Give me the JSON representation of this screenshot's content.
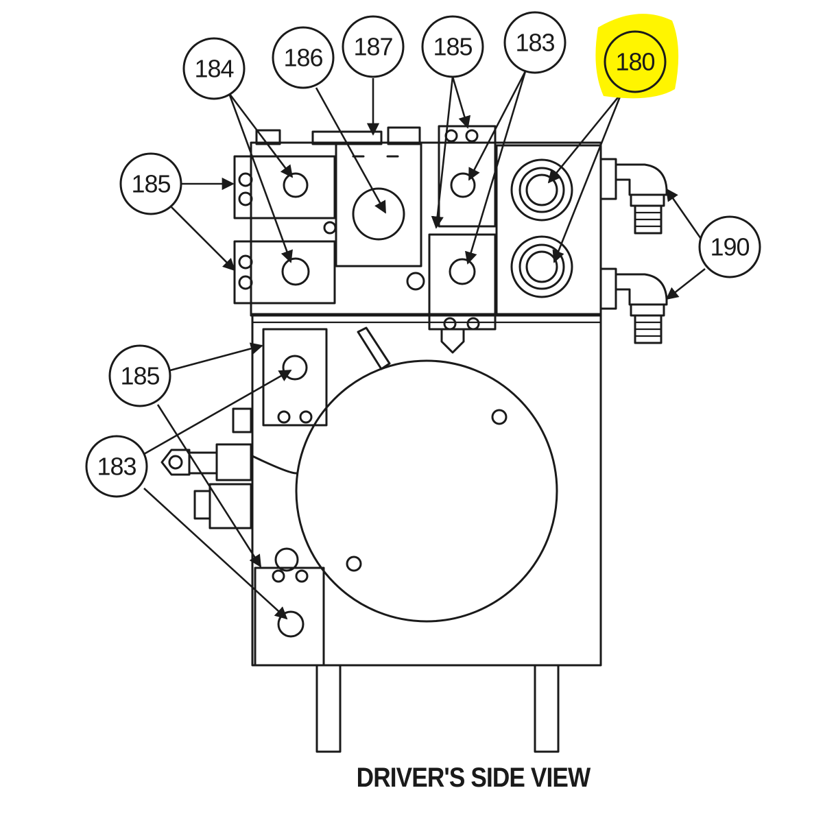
{
  "caption": "DRIVER'S SIDE VIEW",
  "highlight_color": "#fff500",
  "callouts": [
    {
      "id": "c184",
      "label": "184",
      "highlighted": false
    },
    {
      "id": "c186",
      "label": "186",
      "highlighted": false
    },
    {
      "id": "c187",
      "label": "187",
      "highlighted": false
    },
    {
      "id": "c185top",
      "label": "185",
      "highlighted": false
    },
    {
      "id": "c183top",
      "label": "183",
      "highlighted": false
    },
    {
      "id": "c180",
      "label": "180",
      "highlighted": true
    },
    {
      "id": "c185l1",
      "label": "185",
      "highlighted": false
    },
    {
      "id": "c190",
      "label": "190",
      "highlighted": false
    },
    {
      "id": "c185l2",
      "label": "185",
      "highlighted": false
    },
    {
      "id": "c183l",
      "label": "183",
      "highlighted": false
    }
  ]
}
